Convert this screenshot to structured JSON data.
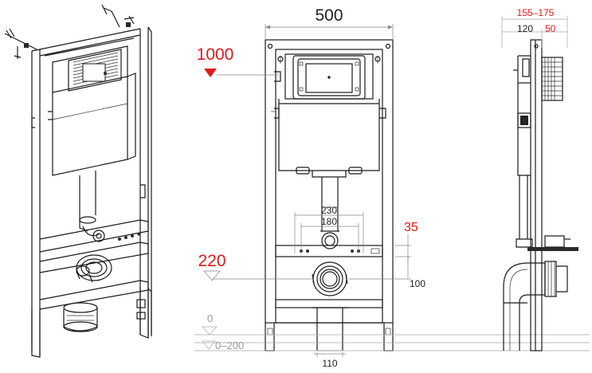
{
  "drawing": {
    "front_view": {
      "overall_width": "500",
      "hole_spacing_outer": "230",
      "hole_spacing_inner": "180",
      "bracket_offset": "35",
      "drain_offset": "100",
      "drain_width": "110"
    },
    "side_view": {
      "depth_range": "155–175",
      "frame_depth": "120",
      "cistern_offset": "50"
    },
    "heights": {
      "flush_plate": "1000",
      "drain_height": "220",
      "floor_level": "0",
      "floor_adjust": "0–200"
    }
  }
}
